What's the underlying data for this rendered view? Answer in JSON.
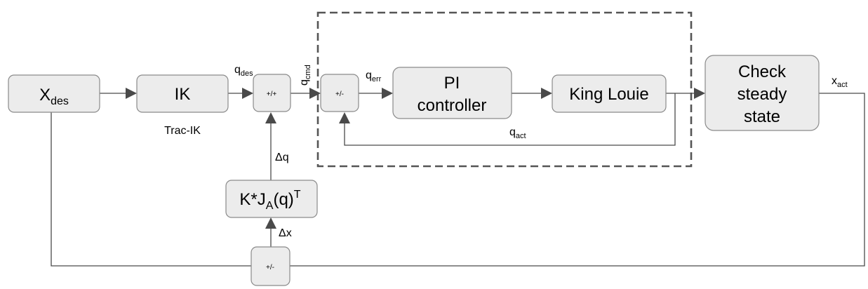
{
  "blocks": {
    "x_des": {
      "main": "X",
      "sub": "des"
    },
    "ik": {
      "label": "IK",
      "caption": "Trac-IK"
    },
    "sum1": {
      "label": "+/+"
    },
    "sum2": {
      "label": "+/-"
    },
    "pi": {
      "line1": "PI",
      "line2": "controller"
    },
    "king_louie": {
      "label": "King Louie"
    },
    "steady": {
      "line1": "Check",
      "line2": "steady",
      "line3": "state"
    },
    "jacobian": {
      "k": "K*J",
      "sub": "A",
      "mid": "(q)",
      "sup": "T"
    },
    "sum3": {
      "label": "+/-"
    }
  },
  "signals": {
    "q_des": {
      "main": "q",
      "sub": "des"
    },
    "q_cmd": {
      "main": "q",
      "sub": "cmd"
    },
    "q_err": {
      "main": "q",
      "sub": "err"
    },
    "q_act": {
      "main": "q",
      "sub": "act"
    },
    "x_act": {
      "main": "x",
      "sub": "act"
    },
    "delta_q": "Δq",
    "delta_x": "Δx"
  }
}
